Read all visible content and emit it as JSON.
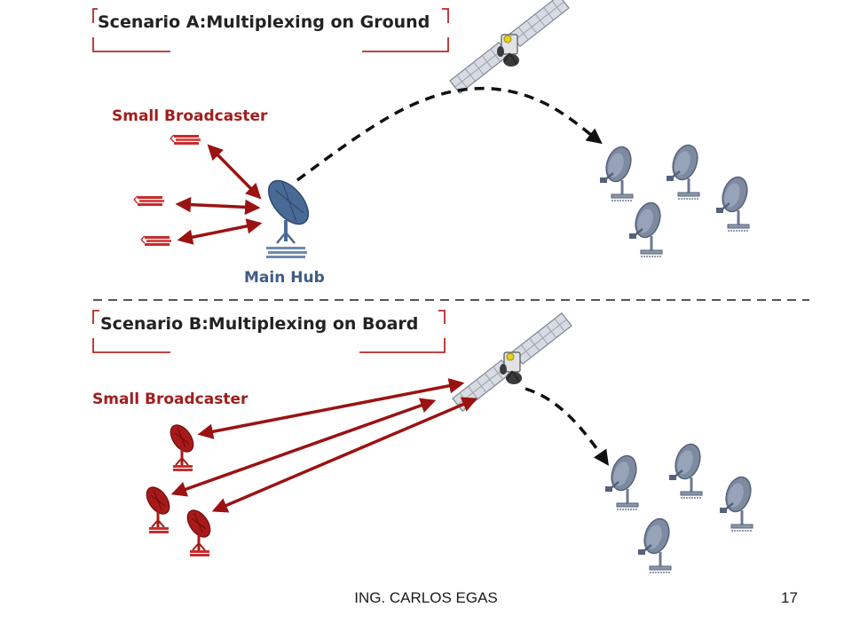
{
  "scenario_a": {
    "title": "Scenario A:Multiplexing on Ground",
    "sender_label": "Small Broadcaster",
    "hub_label": "Main Hub"
  },
  "scenario_b": {
    "title": "Scenario B:Multiplexing on Board",
    "sender_label": "Small Broadcaster"
  },
  "footer": {
    "author": "ING. CARLOS EGAS",
    "page_number": "17"
  },
  "colors": {
    "uplink_arrow": "#9b1212",
    "downlink_arrow": "#111111",
    "receiver_dish": "#7d8aa0",
    "hub_dish": "#4a6a96",
    "broadcaster_dish": "#a81a1a",
    "frame": "#b52a2a"
  }
}
